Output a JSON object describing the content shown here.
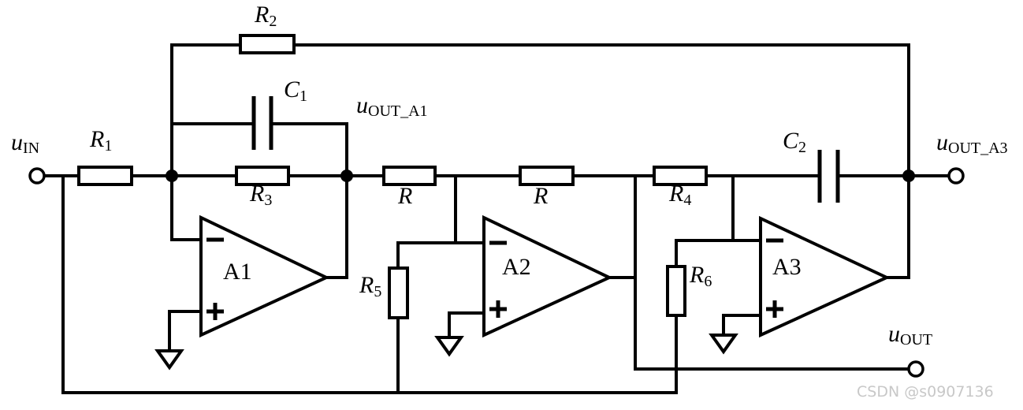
{
  "labels": {
    "u_in": {
      "main": "u",
      "sub": "IN"
    },
    "u_out_a1": {
      "main": "u",
      "sub": "OUT_A1"
    },
    "u_out_a3": {
      "main": "u",
      "sub": "OUT_A3"
    },
    "u_out": {
      "main": "u",
      "sub": "OUT"
    },
    "R1": {
      "main": "R",
      "sub": "1"
    },
    "R2": {
      "main": "R",
      "sub": "2"
    },
    "R3": {
      "main": "R",
      "sub": "3"
    },
    "R4": {
      "main": "R",
      "sub": "4"
    },
    "R5": {
      "main": "R",
      "sub": "5"
    },
    "R6": {
      "main": "R",
      "sub": "6"
    },
    "C1": {
      "main": "C",
      "sub": "1"
    },
    "C2": {
      "main": "C",
      "sub": "2"
    },
    "R_a": "R",
    "R_b": "R"
  },
  "opamps": {
    "A1": "A1",
    "A2": "A2",
    "A3": "A3"
  },
  "watermark": "CSDN @s0907136"
}
